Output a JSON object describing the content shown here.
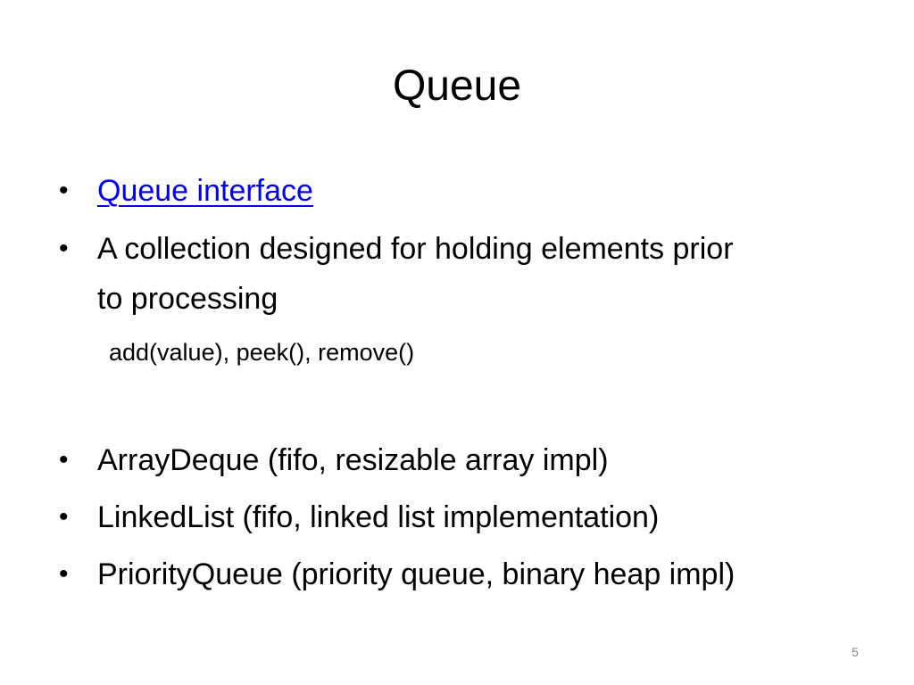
{
  "slide": {
    "title": "Queue",
    "bullet_glyph": "•",
    "bullets": [
      {
        "text": "Queue interface",
        "is_link": true
      },
      {
        "text": "A collection designed for holding elements prior",
        "continuation": "to processing"
      },
      {
        "text": "ArrayDeque (fifo, resizable array impl)"
      },
      {
        "text": "LinkedList (fifo, linked list implementation)"
      },
      {
        "text": "PriorityQueue (priority queue, binary heap impl)"
      }
    ],
    "sub_point": "add(value), peek(), remove()",
    "page_number": "5",
    "link_color": "#0000ee"
  }
}
